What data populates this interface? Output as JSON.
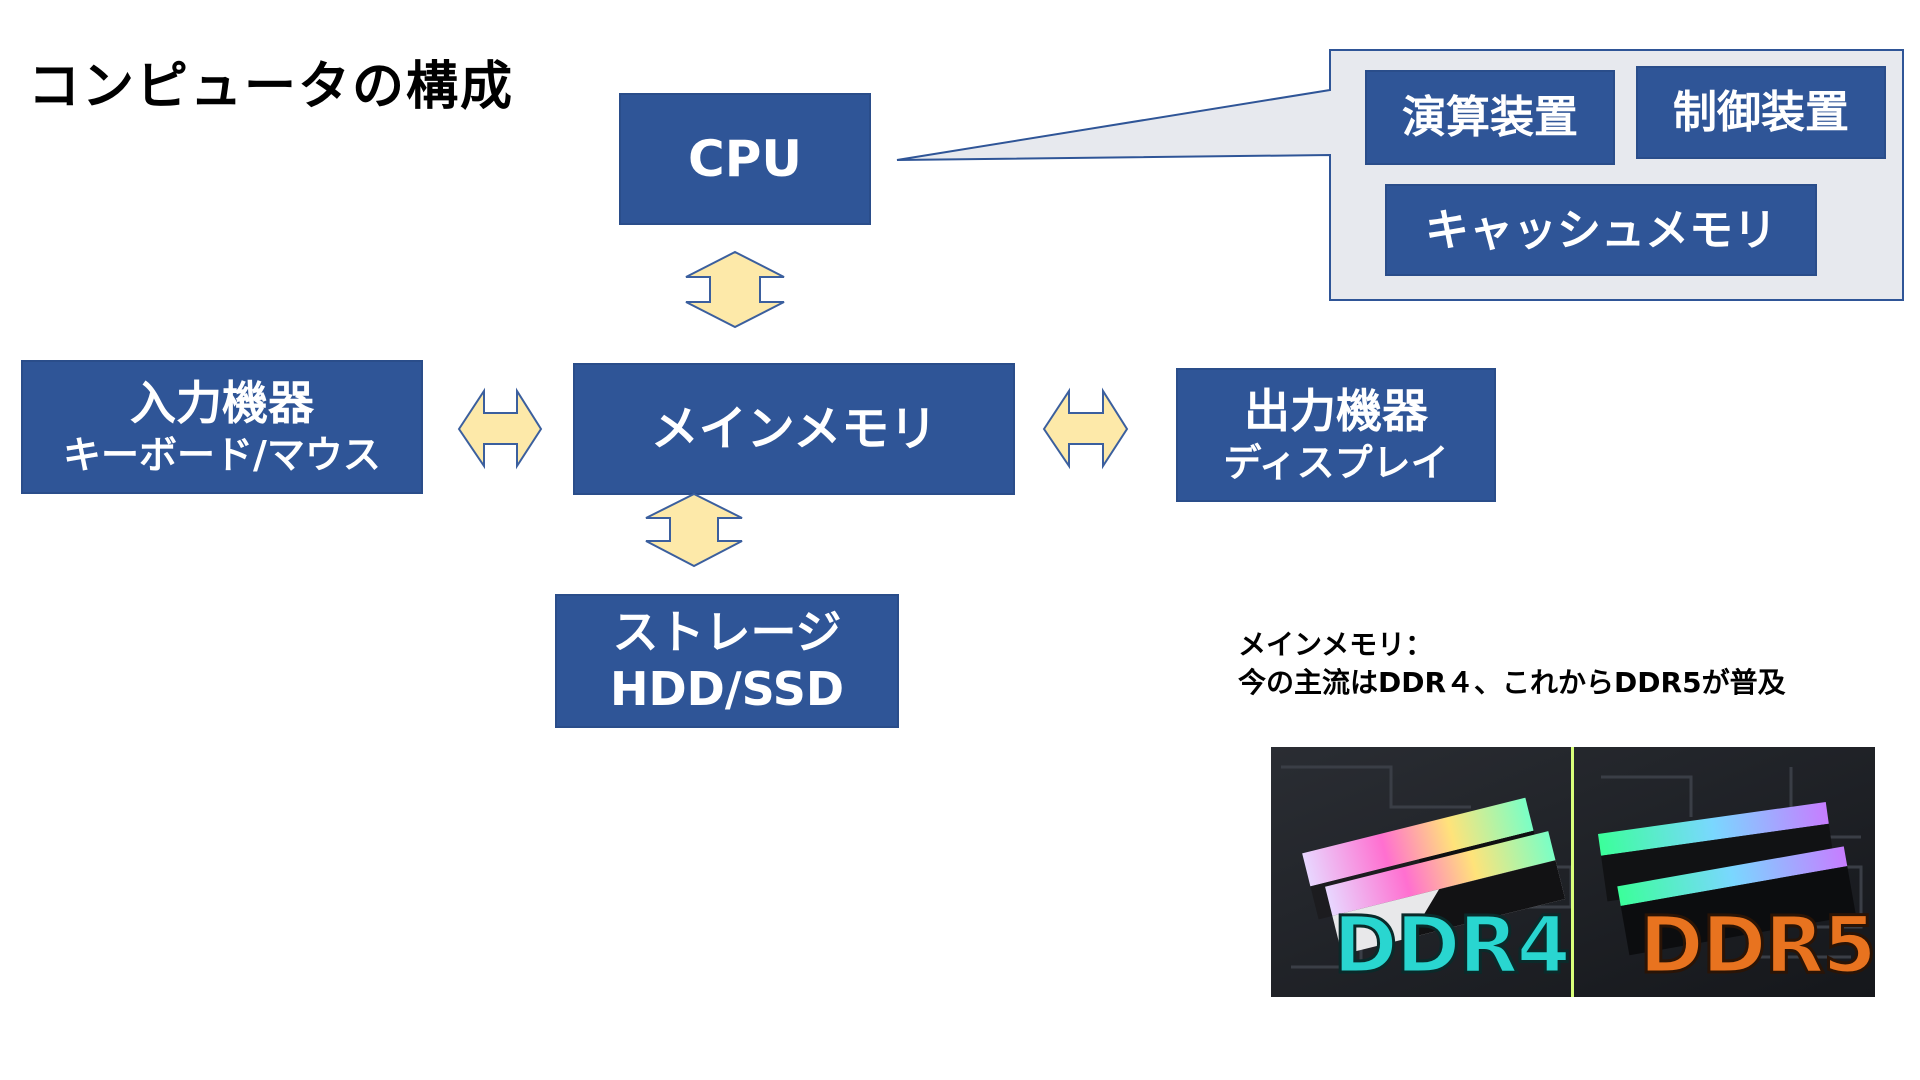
{
  "title": "コンピュータの構成",
  "cpu": {
    "label": "CPU"
  },
  "cpu_parts": {
    "alu": "演算装置",
    "control": "制御装置",
    "cache": "キャッシュメモリ"
  },
  "input": {
    "title": "入力機器",
    "sub": "キーボード/マウス"
  },
  "memory": {
    "label": "メインメモリ"
  },
  "output": {
    "title": "出力機器",
    "sub": "ディスプレイ"
  },
  "storage": {
    "title": "ストレージ",
    "sub": "HDD/SSD"
  },
  "note": {
    "line1": "メインメモリ：",
    "line2": "今の主流はDDR４、これからDDR5が普及"
  },
  "photo": {
    "left_label": "DDR4",
    "right_label": "DDR5",
    "left_color": "#29d6d0",
    "right_color": "#e8731f"
  },
  "colors": {
    "box": "#2f5597",
    "arrow_fill": "#fde9a9",
    "arrow_stroke": "#3b5f9e",
    "callout_fill": "#e7e9ee",
    "callout_stroke": "#2f5597"
  }
}
